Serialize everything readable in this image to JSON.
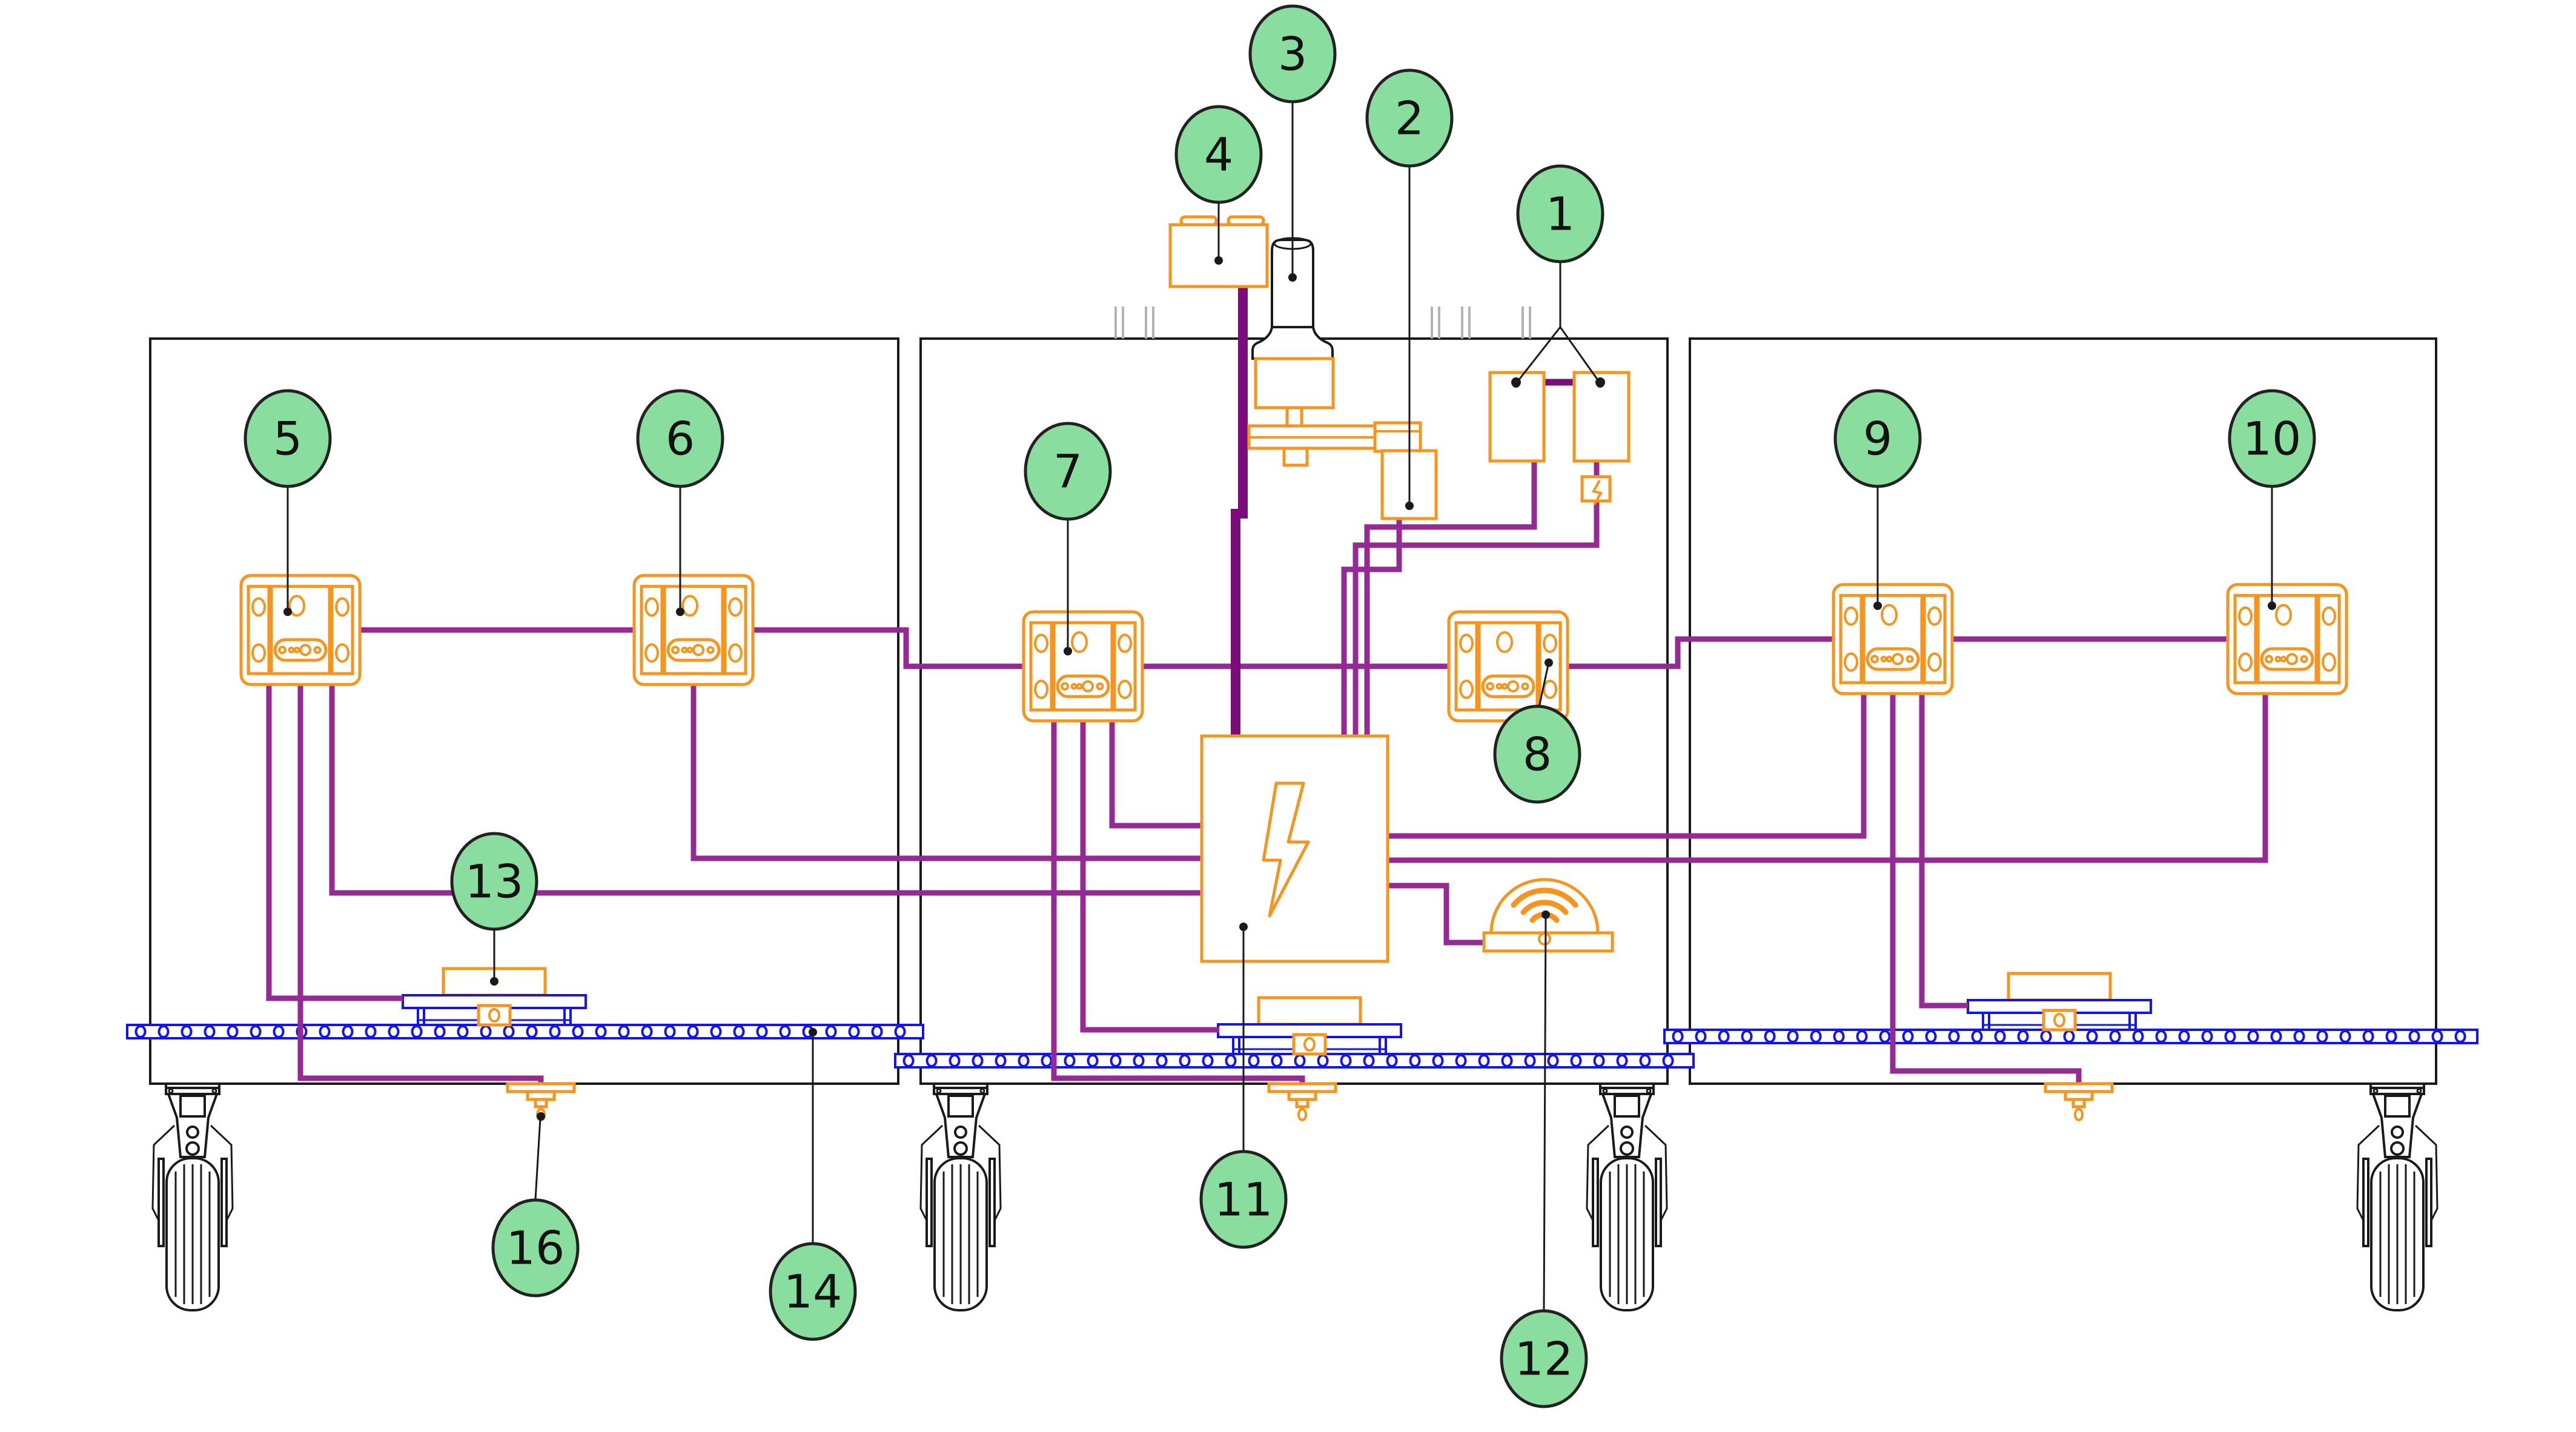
{
  "diagram": {
    "kind": "numbered-parts-wiring-diagram",
    "callouts": [
      {
        "number": "1"
      },
      {
        "number": "2"
      },
      {
        "number": "3"
      },
      {
        "number": "4"
      },
      {
        "number": "5"
      },
      {
        "number": "6"
      },
      {
        "number": "7"
      },
      {
        "number": "8"
      },
      {
        "number": "9"
      },
      {
        "number": "10"
      },
      {
        "number": "11"
      },
      {
        "number": "12"
      },
      {
        "number": "13"
      },
      {
        "number": "14"
      },
      {
        "number": "16"
      }
    ]
  },
  "icons": {
    "power_box": "lightning-bolt-icon",
    "telemetry_unit": "wifi-icon"
  },
  "colors": {
    "background": "#FFFFFF",
    "outline_black": "#1A1A1A",
    "component_orange": "#F7941E",
    "wire_purple": "#942A94",
    "cable_dark_purple": "#7A0D7A",
    "rail_blue": "#1414EE",
    "callout_green": "#89DD9E",
    "clamp_gray": "#B3B3B3"
  }
}
